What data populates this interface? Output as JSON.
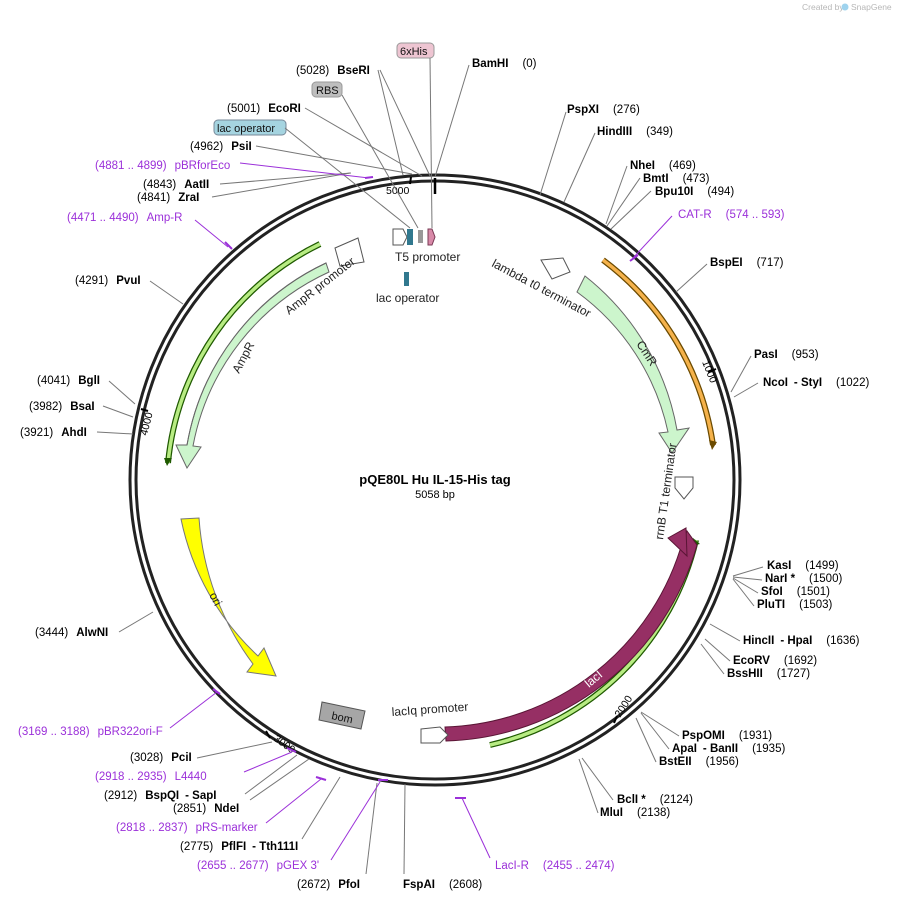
{
  "credit": {
    "prefix": "Created by",
    "brand": "SnapGene"
  },
  "plasmid": {
    "name": "pQE80L Hu IL-15-His tag",
    "length_label": "5058 bp",
    "length": 5058
  },
  "tick_labels": [
    "1000",
    "2000",
    "3000",
    "4000",
    "5000"
  ],
  "sites": [
    {
      "name": "BamHI",
      "pos": "(0)"
    },
    {
      "name": "PspXI",
      "pos": "(276)"
    },
    {
      "name": "HindIII",
      "pos": "(349)"
    },
    {
      "name": "NheI",
      "pos": "(469)"
    },
    {
      "name": "BmtI",
      "pos": "(473)"
    },
    {
      "name": "Bpu10I",
      "pos": "(494)"
    },
    {
      "name": "BspEI",
      "pos": "(717)"
    },
    {
      "name": "PasI",
      "pos": "(953)"
    },
    {
      "name": "NcoI",
      "sep": "- StyI",
      "pos": "(1022)"
    },
    {
      "name": "KasI",
      "pos": "(1499)"
    },
    {
      "name": "NarI *",
      "pos": "(1500)"
    },
    {
      "name": "SfoI",
      "pos": "(1501)"
    },
    {
      "name": "PluTI",
      "pos": "(1503)"
    },
    {
      "name": "HincII",
      "sep": "- HpaI",
      "pos": "(1636)"
    },
    {
      "name": "EcoRV",
      "pos": "(1692)"
    },
    {
      "name": "BssHII",
      "pos": "(1727)"
    },
    {
      "name": "PspOMI",
      "pos": "(1931)"
    },
    {
      "name": "ApaI",
      "sep": "- BanII",
      "pos": "(1935)"
    },
    {
      "name": "BstEII",
      "pos": "(1956)"
    },
    {
      "name": "BclI *",
      "pos": "(2124)"
    },
    {
      "name": "MluI",
      "pos": "(2138)"
    },
    {
      "name": "FspAI",
      "pos": "(2608)"
    },
    {
      "name": "PfoI",
      "pos": "(2672)"
    },
    {
      "name": "PflFI",
      "sep": "- Tth111I",
      "pos": "(2775)"
    },
    {
      "name": "NdeI",
      "pos": "(2851)"
    },
    {
      "name": "BspQI",
      "sep": "- SapI",
      "pos": "(2912)"
    },
    {
      "name": "PciI",
      "pos": "(3028)"
    },
    {
      "name": "AlwNI",
      "pos": "(3444)"
    },
    {
      "name": "AhdI",
      "pos": "(3921)"
    },
    {
      "name": "BsaI",
      "pos": "(3982)"
    },
    {
      "name": "BglI",
      "pos": "(4041)"
    },
    {
      "name": "PvuI",
      "pos": "(4291)"
    },
    {
      "name": "ZraI",
      "pos": "(4841)"
    },
    {
      "name": "AatII",
      "pos": "(4843)"
    },
    {
      "name": "PsiI",
      "pos": "(4962)"
    },
    {
      "name": "EcoRI",
      "pos": "(5001)"
    },
    {
      "name": "BseRI",
      "pos": "(5028)"
    }
  ],
  "primers": [
    {
      "name": "CAT-R",
      "range": "(574 .. 593)"
    },
    {
      "name": "LacI-R",
      "range": "(2455 .. 2474)"
    },
    {
      "name": "pGEX 3'",
      "range": "(2655 .. 2677)"
    },
    {
      "name": "pRS-marker",
      "range": "(2818 .. 2837)"
    },
    {
      "name": "L4440",
      "range": "(2918 .. 2935)"
    },
    {
      "name": "pBR322ori-F",
      "range": "(3169 .. 3188)"
    },
    {
      "name": "Amp-R",
      "range": "(4471 .. 4490)"
    },
    {
      "name": "pBRforEco",
      "range": "(4881 .. 4899)"
    }
  ],
  "boxed_labels": [
    "6xHis",
    "RBS",
    "lac operator"
  ],
  "features": {
    "cmr": "CmR",
    "laci": "lacI",
    "ori": "ori",
    "ampr": "AmpR",
    "ampr_promoter": "AmpR promoter",
    "lambda_t0": "lambda t0 terminator",
    "rrnb_t1": "rrnB T1 terminator",
    "laciq_promoter": "lacIq promoter",
    "t5_promoter": "T5 promoter",
    "lac_operator": "lac operator",
    "bom": "bom"
  },
  "colors": {
    "ring": "#222222",
    "cmr_fill": "#ccf5cc",
    "ampr_fill": "#ccf5cc",
    "laci_fill": "#962f64",
    "ori_fill": "#ffff00",
    "orange_hl": "#f5b24b",
    "green_hl": "#90d24a",
    "primer": "#9b30d9",
    "bom_fill": "#a6a6a6",
    "his_fill": "#eec5d2",
    "rbs_fill": "#bebebe",
    "lacop_fill": "#a5d4e0"
  }
}
